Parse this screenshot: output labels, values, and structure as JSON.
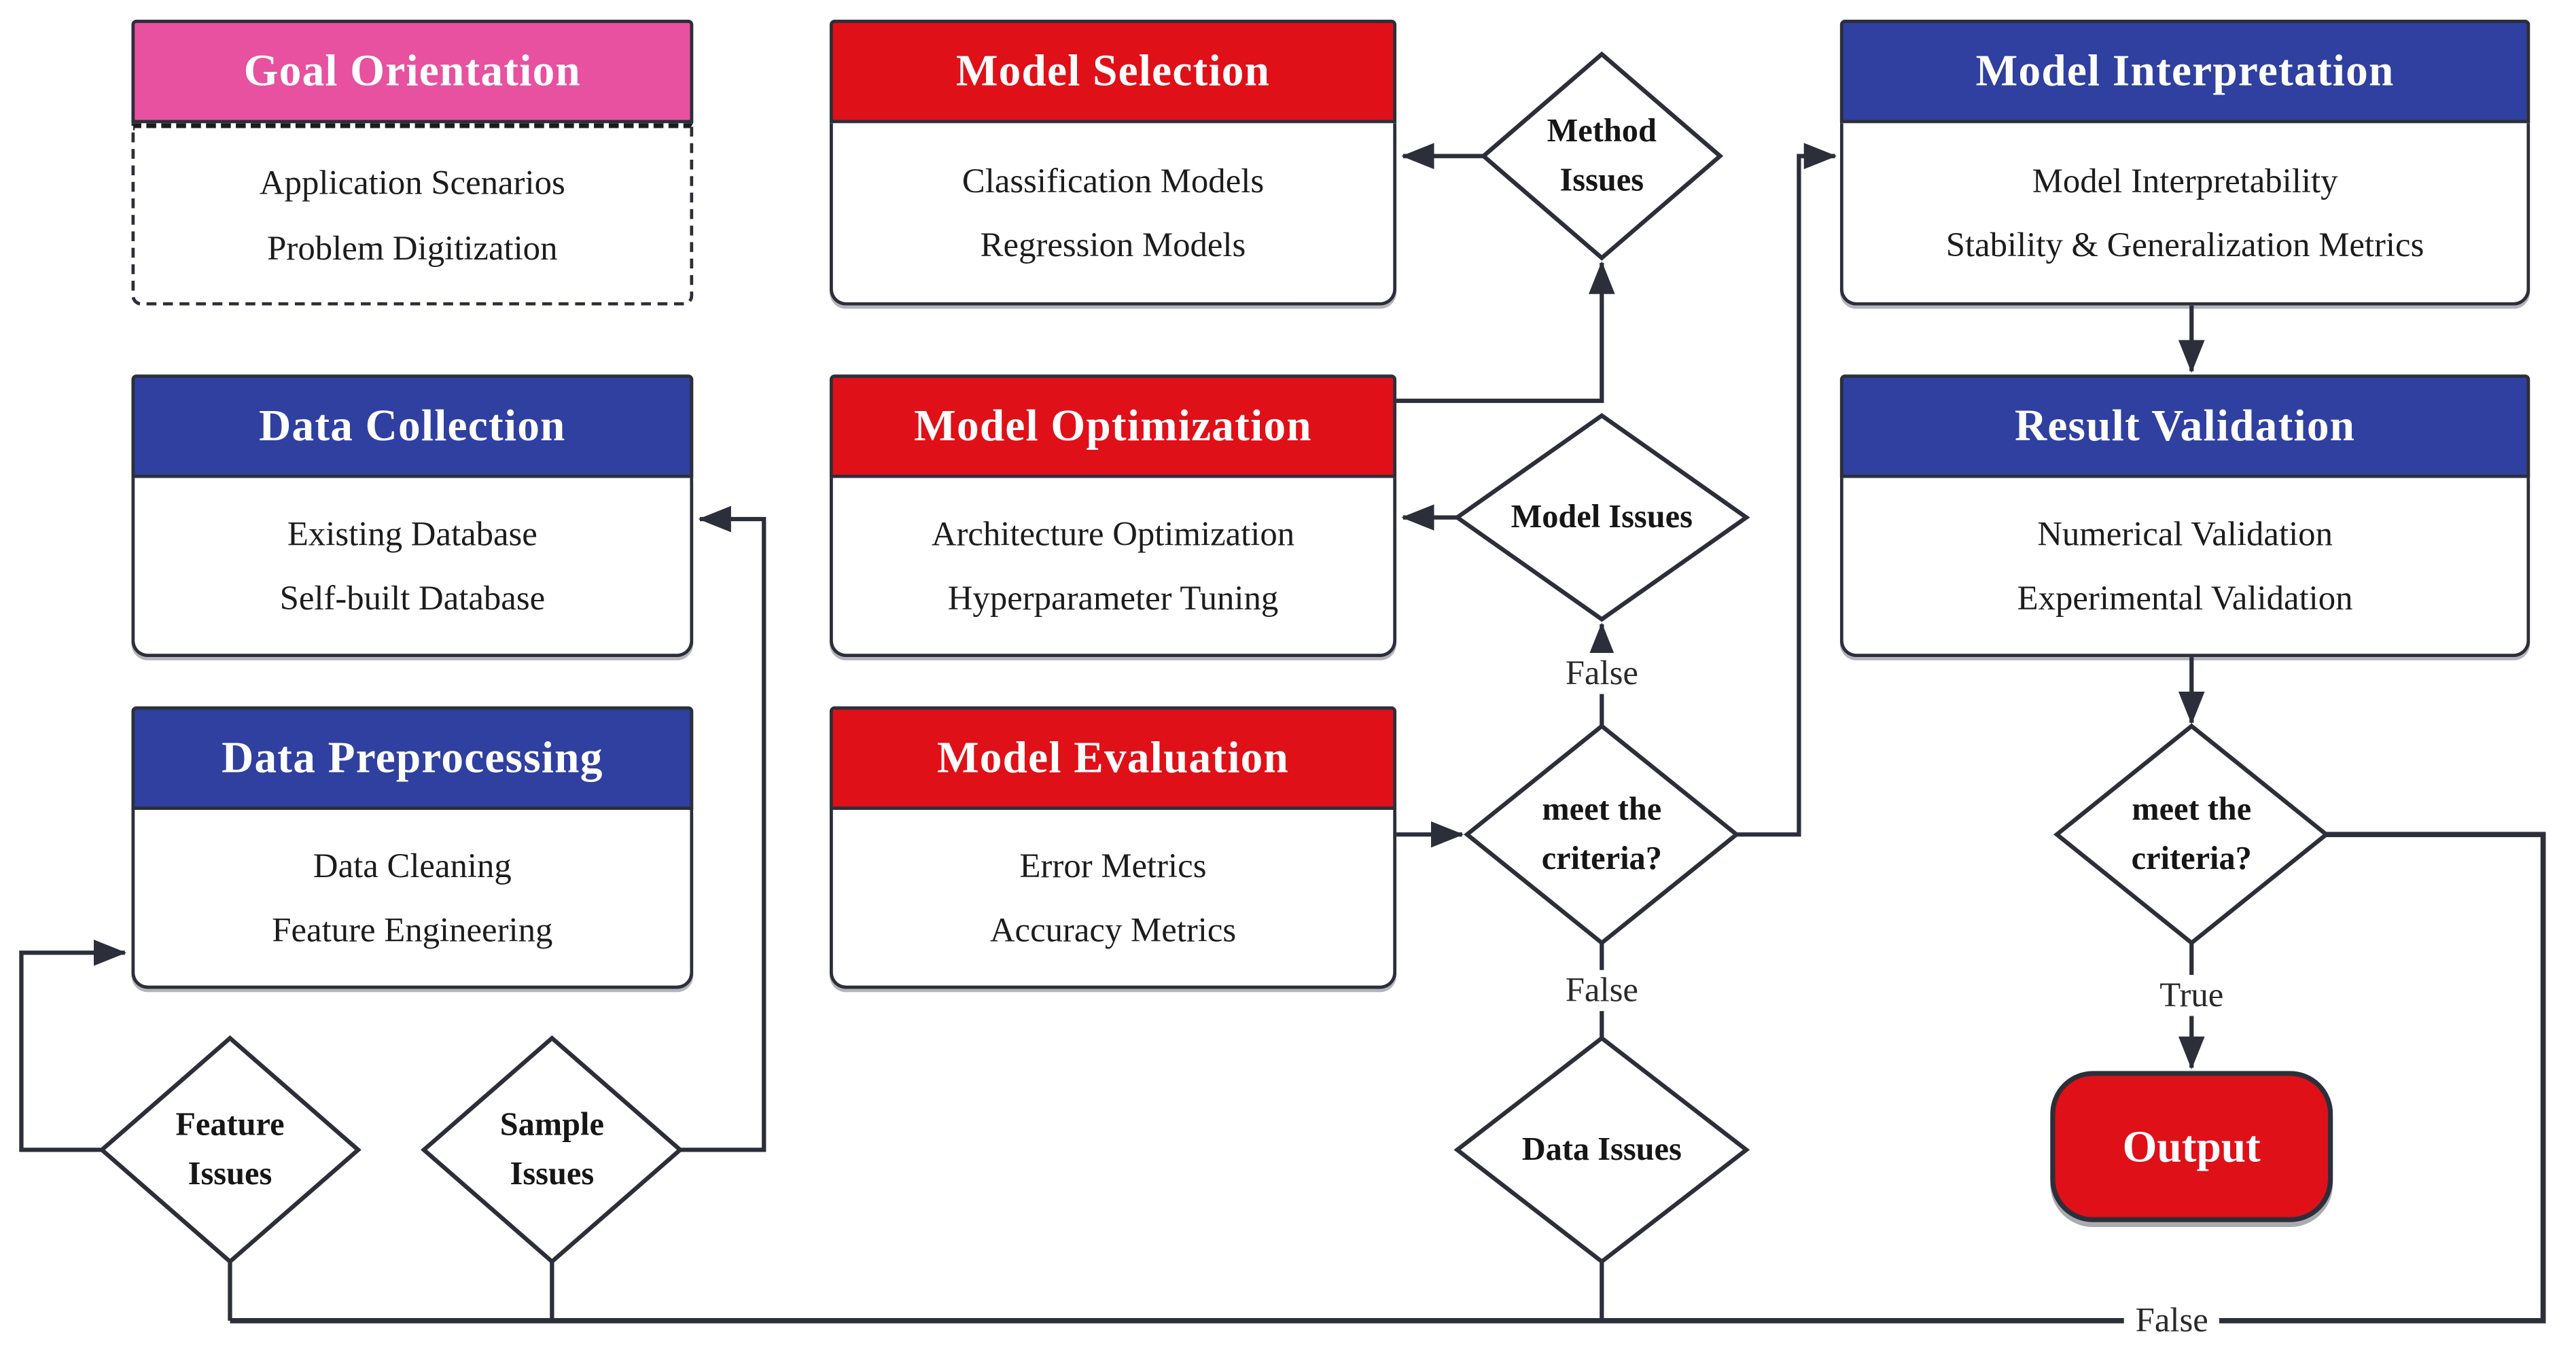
{
  "title": "Machine learning workflow flowchart",
  "colors": {
    "pink": "#e7519f",
    "blue": "#2f40a0",
    "red": "#e01018",
    "line": "#2c2f3a",
    "text": "#1c1c1c"
  },
  "boxes": [
    {
      "id": "goal-orientation",
      "title": "Goal Orientation",
      "lines": [
        "Application Scenarios",
        "Problem Digitization"
      ]
    },
    {
      "id": "data-collection",
      "title": "Data Collection",
      "lines": [
        "Existing Database",
        "Self-built Database"
      ]
    },
    {
      "id": "data-preprocessing",
      "title": "Data Preprocessing",
      "lines": [
        "Data Cleaning",
        "Feature Engineering"
      ]
    },
    {
      "id": "model-selection",
      "title": "Model Selection",
      "lines": [
        "Classification Models",
        "Regression Models"
      ]
    },
    {
      "id": "model-optimization",
      "title": "Model Optimization",
      "lines": [
        "Architecture Optimization",
        "Hyperparameter Tuning"
      ]
    },
    {
      "id": "model-evaluation",
      "title": "Model Evaluation",
      "lines": [
        "Error Metrics",
        "Accuracy Metrics"
      ]
    },
    {
      "id": "model-interpretation",
      "title": "Model Interpretation",
      "lines": [
        "Model Interpretability",
        "Stability & Generalization Metrics"
      ]
    },
    {
      "id": "result-validation",
      "title": "Result Validation",
      "lines": [
        "Numerical Validation",
        "Experimental Validation"
      ]
    }
  ],
  "diamonds": [
    {
      "id": "method-issues",
      "lines": [
        "Method",
        "Issues"
      ]
    },
    {
      "id": "model-issues",
      "lines": [
        "Model Issues"
      ]
    },
    {
      "id": "criteria-mid",
      "lines": [
        "meet the",
        "criteria?"
      ]
    },
    {
      "id": "data-issues",
      "lines": [
        "Data Issues"
      ]
    },
    {
      "id": "criteria-right",
      "lines": [
        "meet the",
        "criteria?"
      ]
    },
    {
      "id": "feature-issues",
      "lines": [
        "Feature",
        "Issues"
      ]
    },
    {
      "id": "sample-issues",
      "lines": [
        "Sample",
        "Issues"
      ]
    }
  ],
  "terminal": {
    "label": "Output"
  },
  "labels": {
    "false_model": "False",
    "false_data": "False",
    "true_output": "True",
    "false_loop": "False"
  }
}
